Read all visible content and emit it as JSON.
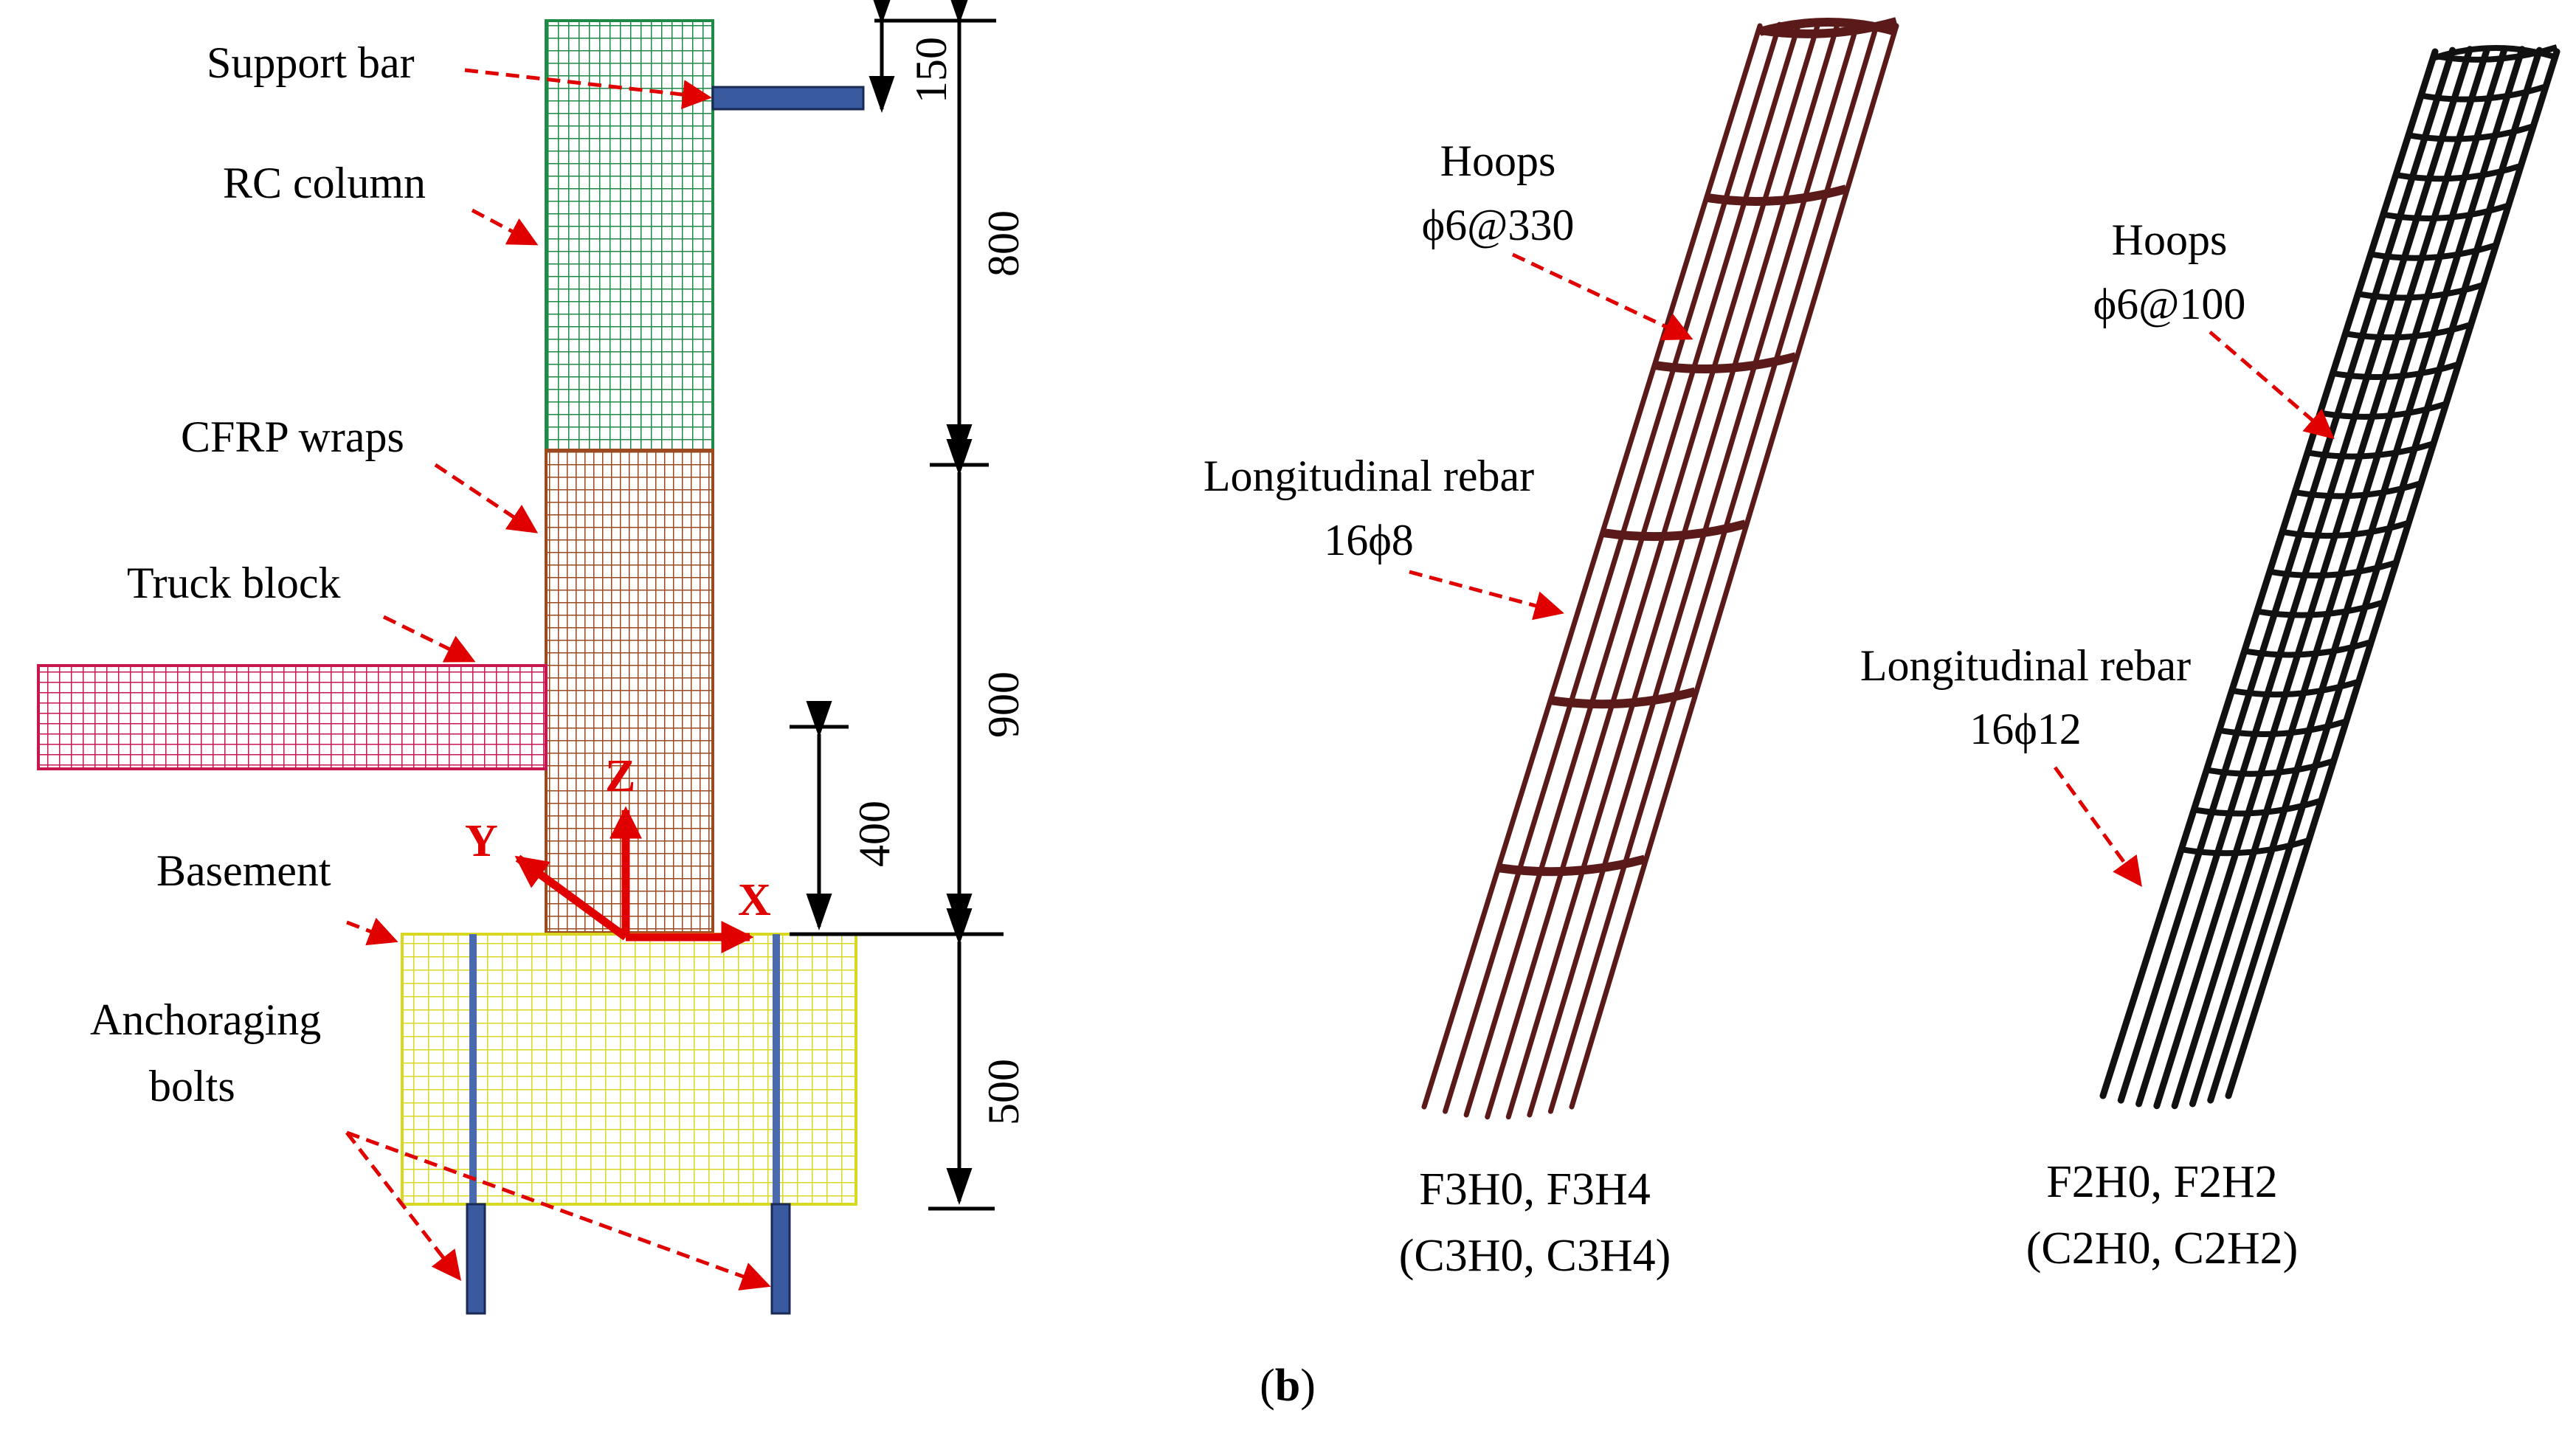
{
  "figure": {
    "panel_label_letter": "b",
    "panel_label_open": "(",
    "panel_label_close": ")"
  },
  "fe_model": {
    "labels": {
      "support_bar": "Support bar",
      "rc_column": "RC column",
      "cfrp_wraps": "CFRP wraps",
      "truck_block": "Truck block",
      "basement": "Basement",
      "anchoring_bolts_line1": "Anchoraging",
      "anchoring_bolts_line2": "bolts"
    },
    "dimensions": {
      "support_bar_offset": "150",
      "rc_column_segment": "800",
      "cfrp_segment": "900",
      "impact_height": "400",
      "basement_depth": "500"
    },
    "axes": {
      "x": "X",
      "y": "Y",
      "z": "Z"
    },
    "colors": {
      "rc_column": "#1e8a46",
      "cfrp_wraps": "#9a4a1e",
      "truck_block": "#c8174f",
      "basement": "#d8d820",
      "steel": "#3a5aa0",
      "arrow": "#e00000"
    }
  },
  "cage_f3": {
    "hoops_title": "Hoops",
    "hoops_spec": "ϕ6@330",
    "long_title": "Longitudinal rebar",
    "long_spec": "16ϕ8",
    "caption_line1": "F3H0, F3H4",
    "caption_line2": "(C3H0, C3H4)",
    "color": "#5a1a1a"
  },
  "cage_f2": {
    "hoops_title": "Hoops",
    "hoops_spec": "ϕ6@100",
    "long_title": "Longitudinal rebar",
    "long_spec": "16ϕ12",
    "caption_line1": "F2H0, F2H2",
    "caption_line2": "(C2H0, C2H2)",
    "color": "#111111"
  }
}
